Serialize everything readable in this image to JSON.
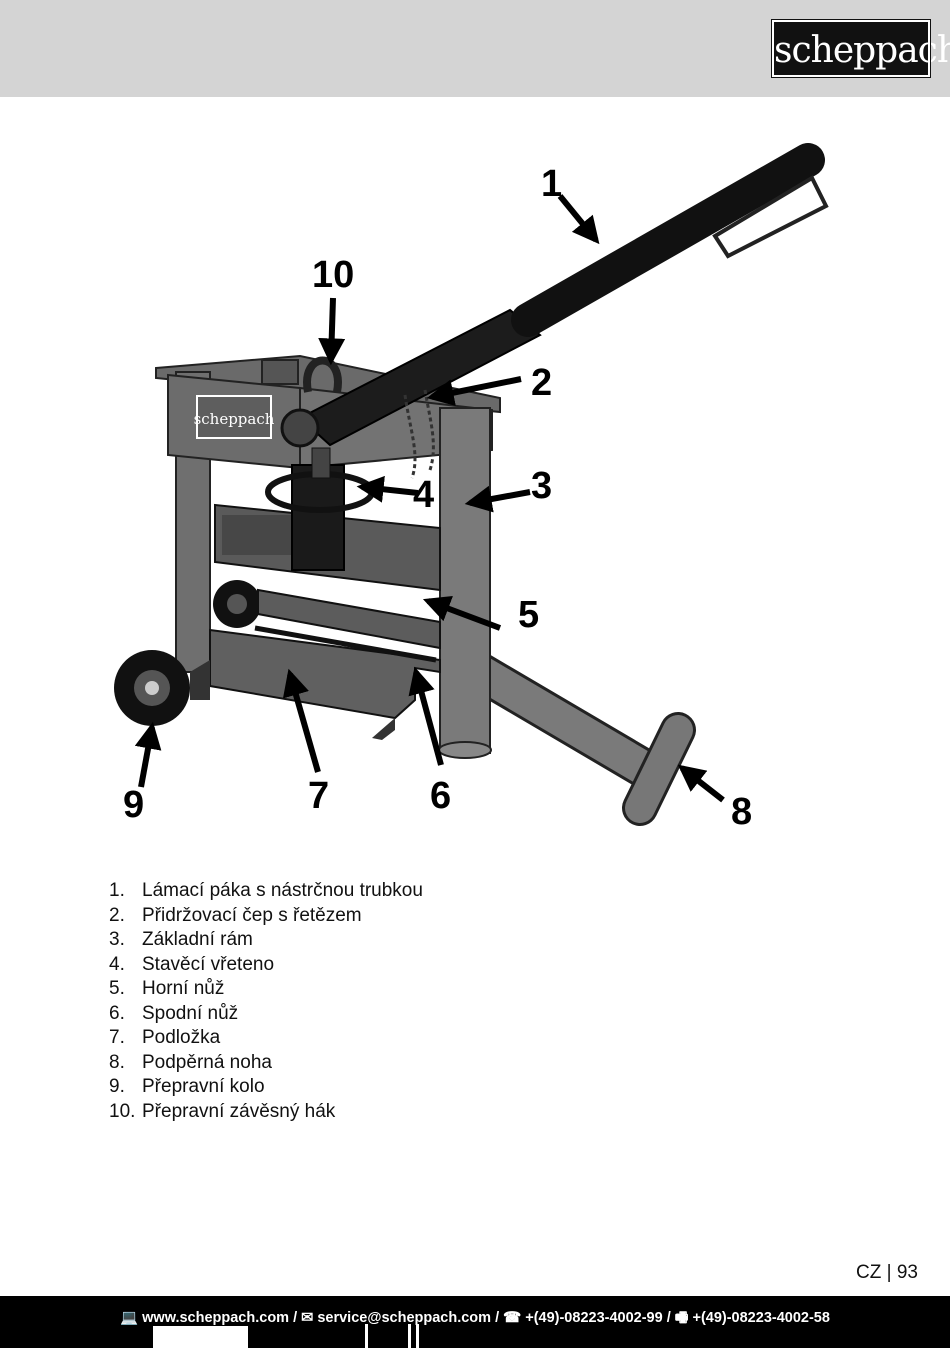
{
  "header": {
    "brand": "scheppach"
  },
  "illustration": {
    "frame_brand": "scheppach",
    "callouts": [
      "1",
      "2",
      "3",
      "4",
      "5",
      "6",
      "7",
      "8",
      "9",
      "10"
    ]
  },
  "legend": {
    "items": [
      {
        "num": "1.",
        "text": "Lámací páka s nástrčnou trubkou"
      },
      {
        "num": "2.",
        "text": "Přidržovací čep s řetězem"
      },
      {
        "num": "3.",
        "text": "Základní rám"
      },
      {
        "num": "4.",
        "text": "Stavěcí vřeteno"
      },
      {
        "num": "5.",
        "text": "Horní nůž"
      },
      {
        "num": "6.",
        "text": "Spodní nůž"
      },
      {
        "num": "7.",
        "text": "Podložka"
      },
      {
        "num": "8.",
        "text": "Podpěrná noha"
      },
      {
        "num": "9.",
        "text": "Přepravní kolo"
      },
      {
        "num": "10.",
        "text": "Přepravní závěsný hák"
      }
    ]
  },
  "page": {
    "number": "CZ | 93"
  },
  "footer": {
    "contact": "💻 www.scheppach.com / ✉ service@scheppach.com / ☎ +(49)-08223-4002-99 / 🖷 +(49)-08223-4002-58"
  }
}
